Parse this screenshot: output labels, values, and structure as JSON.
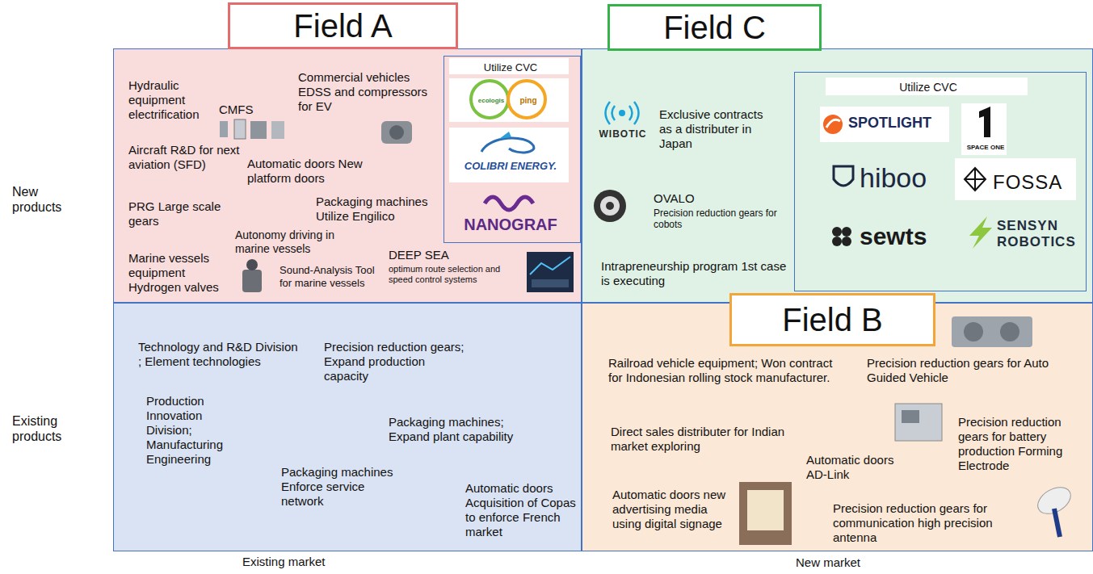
{
  "diagram": {
    "nodes": [
      {
        "text": [
          "Field A"
        ]
      },
      {
        "text": [
          "Hydraulic equipment electrification",
          "CMFS",
          "Commercial vehicles EDSS and compressors for EV",
          "Aircraft R&D for next aviation (SFD)",
          "Automatic doors New platform doors",
          "PRG Large scale gears",
          "Packaging machines Utilize Engilico",
          "Autonomy driving in marine vessels",
          "Marine vessels equipment Hydrogen valves",
          "Sound-Analysis Tool for marine vessels",
          "DEEP SEA",
          "optimum route selection and speed control systems"
        ]
      },
      {
        "text": [
          "Utilize CVC",
          "ecologis",
          "ping",
          "COLIBRI ENERGY.",
          "NANOGRAF"
        ],
        "in": 1
      },
      {
        "text": [
          "Field C"
        ]
      },
      {
        "text": [
          "WIBOTIC",
          "Exclusive contracts as a distributer in Japan",
          "OVALO",
          "Precision reduction gears for cobots",
          "Intrapreneurship program 1st case is executing"
        ]
      },
      {
        "text": [
          "Utilize CVC",
          "SPOTLIGHT",
          "SPACE ONE",
          "hiboo",
          "FOSSA",
          "sewts",
          "SENSYN ROBOTICS"
        ],
        "in": 4
      },
      {
        "text": [
          "Technology and R&D Division ; Element technologies",
          "Precision reduction gears; Expand production capacity",
          "Production Innovation Division; Manufacturing Engineering",
          "Packaging machines; Expand plant capability",
          "Packaging machines Enforce service network",
          "Automatic doors Acquisition of Copas to enforce French market"
        ]
      },
      {
        "text": [
          "Field B"
        ]
      },
      {
        "text": [
          "Railroad vehicle equipment; Won contract for Indonesian rolling stock manufacturer.",
          "Precision reduction gears for Auto Guided Vehicle",
          "Direct sales distributer for Indian market exploring",
          "Precision reduction gears for battery production Forming Electrode",
          "Automatic doors AD-Link",
          "Automatic doors new advertising media using digital signage",
          "Precision reduction gears for communication high precision antenna"
        ]
      }
    ],
    "labels": [
      "New products",
      "Existing products",
      "Existing market",
      "New market"
    ]
  }
}
